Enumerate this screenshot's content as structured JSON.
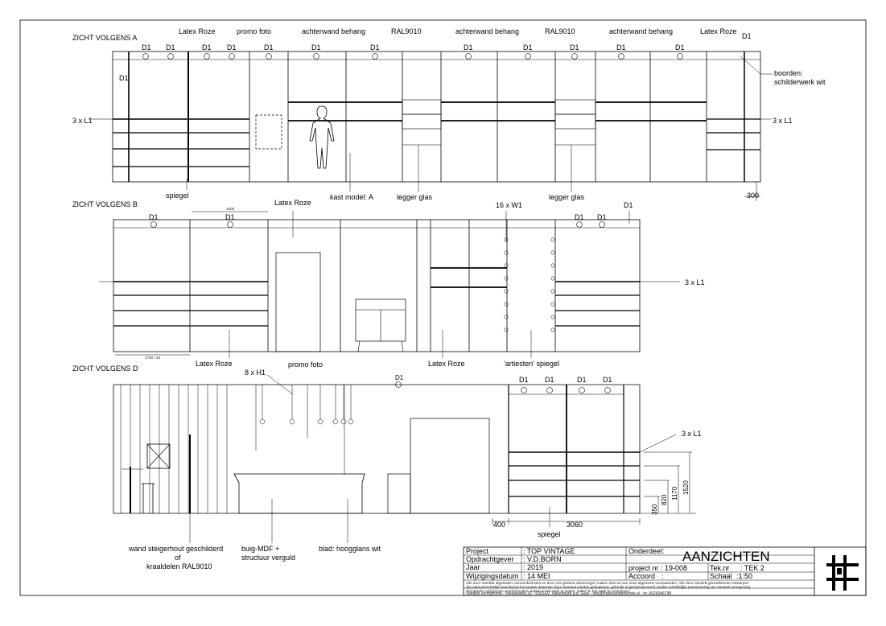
{
  "views": {
    "a": {
      "title": "ZICHT VOLGENS A",
      "labels": {
        "latex_roze": "Latex Roze",
        "promo_foto": "promo foto",
        "achterwand_1": "achterwand behang",
        "ral_1": "RAL9010",
        "achterwand_2": "achterwand behang",
        "ral_2": "RAL9010",
        "achterwand_3": "achterwand behang",
        "latex_roze_r": "Latex Roze",
        "d1_right": "D1",
        "d1_left": "D1",
        "boorden_1": "boorden:",
        "boorden_2": "schilderwerk wit",
        "l1_left": "3 x L1",
        "l1_right": "3 x L1",
        "spiegel": "spiegel",
        "kast": "kast model: A",
        "legger_1": "legger glas",
        "legger_2": "legger glas",
        "dim_300": "300"
      },
      "d1_labels": [
        "D1",
        "D1",
        "D1",
        "D1",
        "D1",
        "D1",
        "D1",
        "D1",
        "D1",
        "D1",
        "D1",
        "D1"
      ]
    },
    "b": {
      "title": "ZICHT VOLGENS B",
      "labels": {
        "latex_roze_top": "Latex Roze",
        "w1": "16 x W1",
        "d1_right": "D1",
        "l1": "3 x L1",
        "latex_roze_bl": "Latex Roze",
        "latex_roze_bm": "Latex Roze",
        "artiesten": "'artiesten' spiegel",
        "dim_small": "1000",
        "dim_small_2": "1750 / 20"
      },
      "d1_labels": [
        "D1",
        "D1",
        "D1",
        "D1"
      ]
    },
    "d": {
      "title": "ZICHT VOLGENS D",
      "labels": {
        "h1": "8 x H1",
        "promo_foto": "promo foto",
        "d1_mid": "D1",
        "l1": "3 x L1",
        "wand_1": "wand steigerhout geschilderd",
        "wand_2": "of",
        "wand_3": "kraaldelen RAL9010",
        "buig_1": "buig-MDF +",
        "buig_2": "structuur verguld",
        "blad": "blad: hoogglans wit",
        "spiegel": "spiegel",
        "dim_400": "400",
        "dim_3060": "3060",
        "dim_350": "350",
        "dim_820": "820",
        "dim_1170": "1170",
        "dim_1520": "1520"
      },
      "d1_labels": [
        "D1",
        "D1",
        "D1",
        "D1"
      ]
    }
  },
  "title_block": {
    "project_label": "Project",
    "project_value": ": TOP VINTAGE",
    "client_label": "Opdrachtgever",
    "client_value": ": V.D.BORN",
    "year_label": "Jaar",
    "year_value": ": 2019",
    "change_label": "Wijzigingsdatum",
    "change_value": ": 14 MEI",
    "part_label": "Onderdeel:",
    "part_value": "AANZICHTEN",
    "projnr_label": "project nr : 19-008",
    "teknr_label": "Tek.nr",
    "teknr_value": ": TEK 2",
    "accoord_label": "Accoord",
    "accoord_value": ":",
    "schaal_label": "Schaal",
    "schaal_value": ":1:50",
    "disclaimer_1": "Alle door VandeB afgesloten overeenkomsten en door ons gedane uitvoeringen maken deel uit van onze algemene voorwaarden. Alle door VandeB gerealiseerde ontwerpen",
    "disclaimer_2": "zijn auteursrechtelijk beschermd en kunnen daarmee door niemand worden gekopieerd, gebruikt of gereproduceerd zonder schriftelijke toestemming van VandeB vormgeving.",
    "disclaimer_3": "Technische wijzigingen voorbehouden, maten in het werk te maten, maten in het werk te controleren.",
    "footer": "VandeB vormgeving  -  Nieuweweg 32  -  6301EV, Valkenburg a.d. Geul  -  info@frankvandenbroek.nl  -  m: 0629046798"
  },
  "colors": {
    "line": "#000000",
    "thin": "#555555",
    "paper": "#ffffff"
  }
}
